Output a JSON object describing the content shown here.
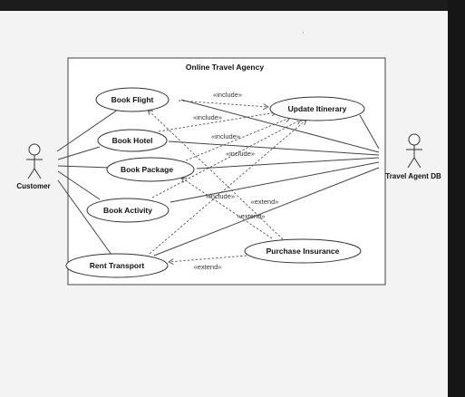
{
  "page_mark": "'",
  "system": {
    "title": "Online Travel Agency"
  },
  "actors": {
    "customer": "Customer",
    "travel_agent_db": "Travel Agent DB"
  },
  "use_cases": {
    "book_flight": "Book Flight",
    "update_itinerary": "Update Itinerary",
    "book_hotel": "Book Hotel",
    "book_package": "Book Package",
    "book_activity": "Book Activity",
    "purchase_insurance": "Purchase Insurance",
    "rent_transport": "Rent Transport"
  },
  "relations": {
    "include_1": "«include»",
    "include_2": "«include»",
    "include_3": "«include»",
    "include_4": "«include»",
    "include_5": "«include»",
    "extend_1": "«extend»",
    "extend_2": "«extend»",
    "extend_3": "«extend»"
  }
}
